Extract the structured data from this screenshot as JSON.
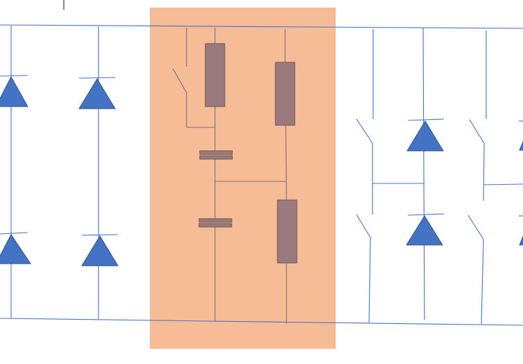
{
  "diagram": {
    "colors": {
      "background": "#ffffff",
      "highlight_region": "#f6bc96",
      "wire_blue": "#4472C4",
      "wire_gray": "#7b6f73",
      "diode_fill": "#4472C4",
      "diode_stroke": "#2f528f",
      "resistor_fill": "#9b7a7d",
      "capacitor_fill": "#9b7a7d"
    },
    "components": {
      "diodes": 8,
      "resistors": 3,
      "capacitors": 2,
      "switches": 5
    }
  }
}
